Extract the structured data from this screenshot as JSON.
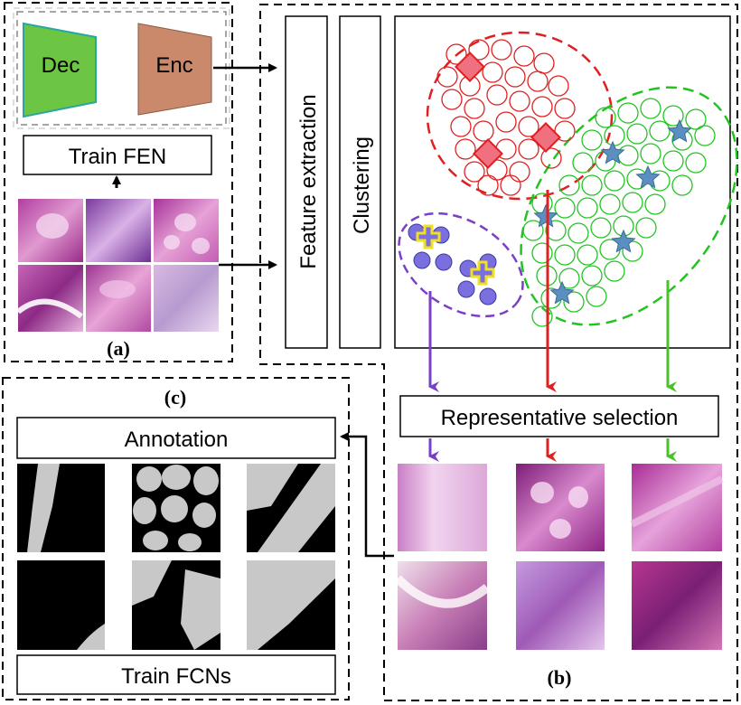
{
  "panel_a": {
    "label": "(a)",
    "decoder": "Dec",
    "encoder": "Enc",
    "train_fen": "Train FEN"
  },
  "panel_b": {
    "label": "(b)",
    "feature_extraction": "Feature extraction",
    "clustering": "Clustering",
    "representative_selection": "Representative selection"
  },
  "panel_c": {
    "label": "(c)",
    "annotation": "Annotation",
    "train_fcns": "Train FCNs"
  },
  "colors": {
    "decoder_fill": "#6cc644",
    "decoder_stroke": "#2aa6a0",
    "encoder_fill": "#c9896a",
    "cluster_red": "#e02020",
    "cluster_green": "#22c422",
    "cluster_purple": "#7a3fc8",
    "point_purple": "#7b6fe0",
    "star": "#5b8fc0",
    "mask_gray": "#c8c8c8"
  }
}
